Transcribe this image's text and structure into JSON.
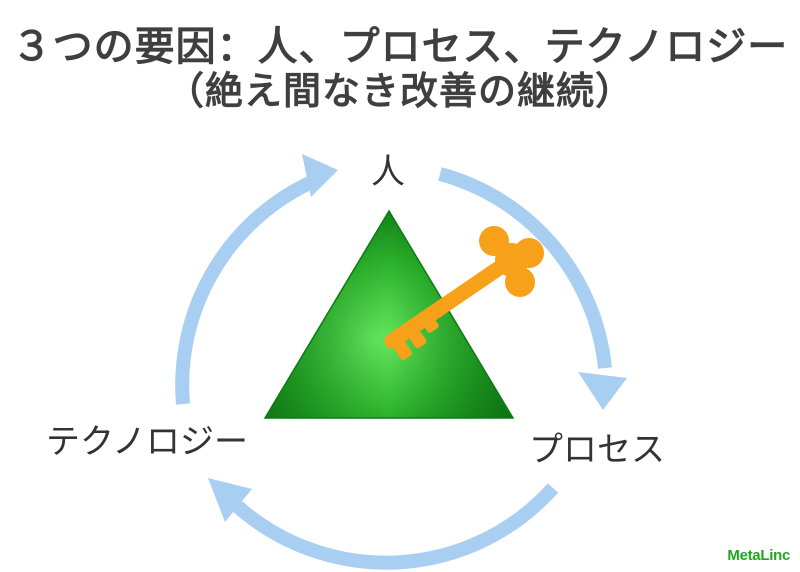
{
  "title": {
    "line1": "３つの要因：人、プロセス、テクノロジー",
    "line2": "（絶え間なき改善の継続）"
  },
  "nodes": {
    "people": "人",
    "process": "プロセス",
    "technology": "テクノロジー"
  },
  "colors": {
    "arrow": "#a8cff2",
    "triangle_light": "#5fe05a",
    "triangle_dark": "#0f7d16",
    "key": "#f7a11a",
    "logo": "#22a622"
  },
  "icons": [
    "cycle-arrow-icon",
    "pyramid-icon",
    "key-icon"
  ],
  "logo_text": "MetaLinc"
}
